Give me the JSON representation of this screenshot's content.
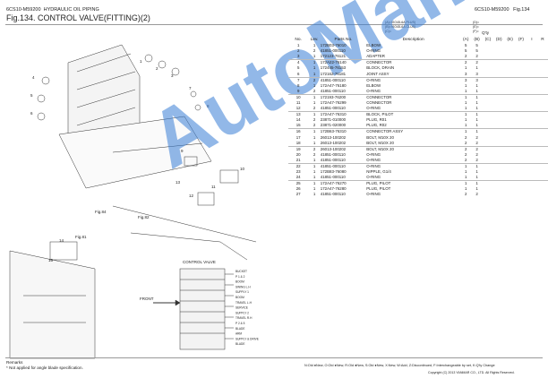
{
  "header": {
    "model_code": "6CS10-M59200",
    "section": "HYDRAULIC OIL PIPING",
    "figure_title": "Fig.134.  CONTROL VALVE(FITTING)(2)",
    "right_ref": "6CS10-M59200",
    "right_fig": "Fig.134"
  },
  "applicability": {
    "a": "(A)=VIO45-6A PLUS)",
    "b": "(B)=VIO45-6A CLUS)",
    "c": "(C)=",
    "d": "(D)=",
    "e": "(E)=",
    "f": "(F)="
  },
  "columns": {
    "no": "No.",
    "lev": "Lev.",
    "parts_no": "Parts No.",
    "description": "Description",
    "qty": "Q'ty",
    "i": "I",
    "r": "R",
    "qa": "(A)",
    "qb": "(B)",
    "qc": "(C)",
    "qd": "(D)",
    "qe": "(E)",
    "qf": "(F)"
  },
  "rows": [
    {
      "no": "1",
      "lev": "1",
      "pn": "172B03-76010",
      "desc": "ELBOW",
      "a": "5",
      "b": "5",
      "div": false
    },
    {
      "no": "2",
      "lev": "2",
      "pn": "41851-000110",
      "desc": "O-RING",
      "a": "5",
      "b": "5",
      "div": false
    },
    {
      "no": "3",
      "lev": "1",
      "pn": "172123-76121",
      "desc": "ADAPTER",
      "a": "2",
      "b": "2",
      "div": false
    },
    {
      "no": "4",
      "lev": "1",
      "pn": "172A22-76140",
      "desc": "CONNECTOR",
      "a": "2",
      "b": "2",
      "div": true
    },
    {
      "no": "5",
      "lev": "1",
      "pn": "172445-76153",
      "desc": "BLOCK, DRAIN",
      "a": "1",
      "b": "1",
      "div": false
    },
    {
      "no": "6",
      "lev": "1",
      "pn": "172162-76181",
      "desc": "JOINT ASSY",
      "a": "3",
      "b": "3",
      "div": false
    },
    {
      "no": "7",
      "lev": "2",
      "pn": "41851-000110",
      "desc": "O-RING",
      "a": "3",
      "b": "3",
      "div": true
    },
    {
      "no": "8",
      "lev": "1",
      "pn": "172A47-76180",
      "desc": "ELBOW",
      "a": "1",
      "b": "1",
      "div": false
    },
    {
      "no": "9",
      "lev": "2",
      "pn": "41851-000110",
      "desc": "O-RING",
      "a": "1",
      "b": "1",
      "div": false
    },
    {
      "no": "10",
      "lev": "1",
      "pn": "172193-76200",
      "desc": "CONNECTOR",
      "a": "1",
      "b": "1",
      "div": true
    },
    {
      "no": "11",
      "lev": "1",
      "pn": "172A47-76299",
      "desc": "CONNECTOR",
      "a": "1",
      "b": "1",
      "div": false
    },
    {
      "no": "12",
      "lev": "2",
      "pn": "41851-000110",
      "desc": "O-RING",
      "a": "1",
      "b": "1",
      "div": false
    },
    {
      "no": "13",
      "lev": "1",
      "pn": "172A47-76310",
      "desc": "BLOCK, PILOT",
      "a": "1",
      "b": "1",
      "div": true
    },
    {
      "no": "14",
      "lev": "2",
      "pn": "23871-010000",
      "desc": "PLUG, R01",
      "a": "1",
      "b": "1",
      "div": false
    },
    {
      "no": "15",
      "lev": "2",
      "pn": "23871-020000",
      "desc": "PLUG, R02",
      "a": "1",
      "b": "1",
      "div": false
    },
    {
      "no": "16",
      "lev": "1",
      "pn": "172B63-76310",
      "desc": "CONNECTOR ASSY",
      "a": "1",
      "b": "1",
      "div": true
    },
    {
      "no": "17",
      "lev": "1",
      "pn": "26013-100202",
      "desc": "BOLT, M10X 20",
      "a": "2",
      "b": "2",
      "div": false
    },
    {
      "no": "18",
      "lev": "1",
      "pn": "26013-100202",
      "desc": "BOLT, M10X 20",
      "a": "2",
      "b": "2",
      "div": false
    },
    {
      "no": "19",
      "lev": "2",
      "pn": "26013-100202",
      "desc": "BOLT, M10X 20",
      "a": "2",
      "b": "2",
      "div": true
    },
    {
      "no": "20",
      "lev": "2",
      "pn": "41851-000110",
      "desc": "O-RING",
      "a": "2",
      "b": "2",
      "div": false
    },
    {
      "no": "21",
      "lev": "1",
      "pn": "41851-000110",
      "desc": "O-RING",
      "a": "2",
      "b": "2",
      "div": false
    },
    {
      "no": "22",
      "lev": "1",
      "pn": "41851-000110",
      "desc": "O-RING",
      "a": "1",
      "b": "1",
      "div": true
    },
    {
      "no": "23",
      "lev": "1",
      "pn": "172B83-76080",
      "desc": "NIPPLE, G1/4",
      "a": "1",
      "b": "1",
      "div": false
    },
    {
      "no": "24",
      "lev": "1",
      "pn": "41851-000110",
      "desc": "O-RING",
      "a": "1",
      "b": "1",
      "div": false
    },
    {
      "no": "25",
      "lev": "1",
      "pn": "172A47-76270",
      "desc": "PLUG, PILOT",
      "a": "1",
      "b": "1",
      "div": true
    },
    {
      "no": "26",
      "lev": "1",
      "pn": "172A47-76280",
      "desc": "PLUG, PILOT",
      "a": "1",
      "b": "1",
      "div": false
    },
    {
      "no": "27",
      "lev": "1",
      "pn": "41851-000110",
      "desc": "O-RING",
      "a": "2",
      "b": "2",
      "div": false
    }
  ],
  "diagram": {
    "fig_ref_1": "Fig.84",
    "fig_ref_2": "Fig.82",
    "fig_ref_3": "Fig.81",
    "valve_title": "CONTROL VALVE",
    "front_label": "FRONT",
    "callouts": [
      "1",
      "2",
      "3",
      "4",
      "5",
      "6",
      "7",
      "8",
      "9",
      "10",
      "11",
      "12",
      "13",
      "14",
      "15"
    ],
    "ports": [
      "BUCKET",
      "P 1 & 2",
      "BOOM",
      "SWING L.H",
      "SUPPLY 1",
      "BOOM",
      "TRAVEL L.H",
      "SERVICE",
      "SUPPLY 2",
      "TRAVEL R.H",
      "P 2 & 5",
      "BLADE",
      "ARM",
      "SUPPLY & DRIVE",
      "BLADE"
    ]
  },
  "remarks": {
    "title": "Remarks",
    "note": "* Not applied for angle blade specification."
  },
  "footer": {
    "legend": "N:Old ●New, O:Old ●New, R:Old ●New, S:Old ●New, X:New, W:Add, Z:Discontinued, F:Interchangeable by set, K:Q'ty Change",
    "copyright": "Copyright (C) 2013 YANMAR CO., LTD. All Rights Reserved."
  },
  "watermark": "AutoManual"
}
